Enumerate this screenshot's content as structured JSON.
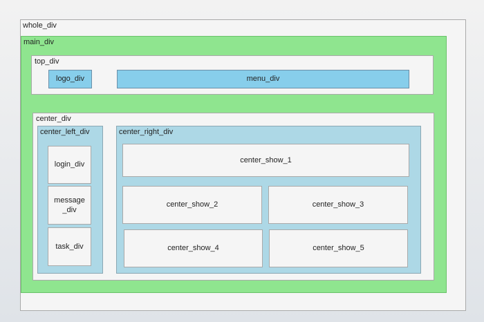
{
  "whole": {
    "label": "whole_div"
  },
  "main": {
    "label": "main_div"
  },
  "top": {
    "label": "top_div",
    "logo": "logo_div",
    "menu": "menu_div"
  },
  "center": {
    "label": "center_div",
    "left": {
      "label": "center_left_div",
      "items": {
        "login": "login_div",
        "message": "message\n_div",
        "task": "task_div"
      }
    },
    "right": {
      "label": "center_right_div",
      "shows": [
        "center_show_1",
        "center_show_2",
        "center_show_3",
        "center_show_4",
        "center_show_5"
      ]
    }
  },
  "colors": {
    "main_bg": "#8fe58f",
    "blue_box": "#87ceeb",
    "light_blue_box": "#add8e6",
    "white_box": "#f5f5f5"
  }
}
